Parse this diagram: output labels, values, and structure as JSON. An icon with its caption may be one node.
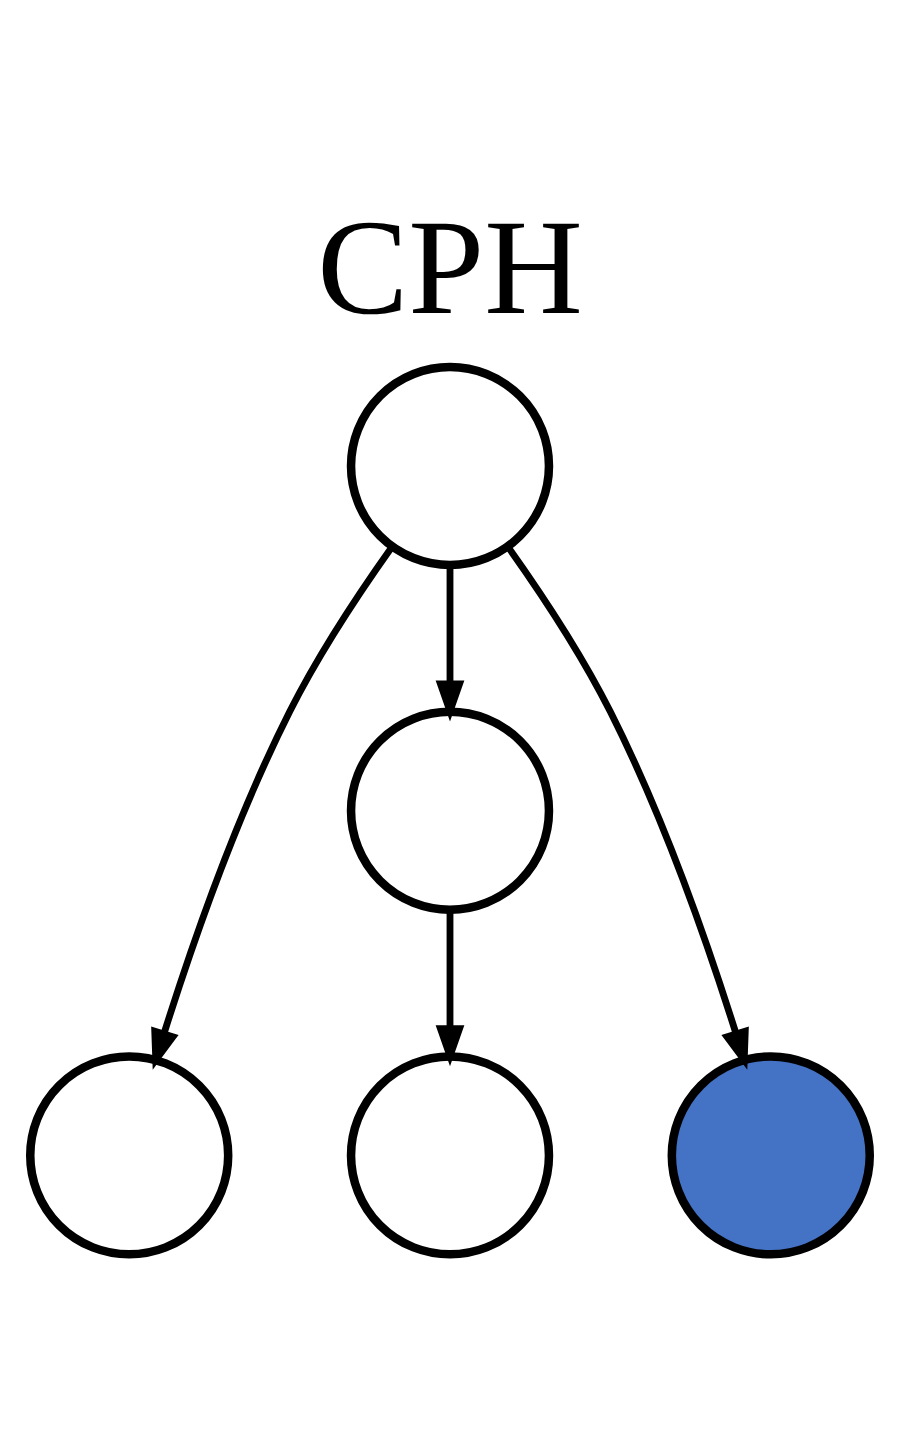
{
  "diagram": {
    "title": "CPH",
    "nodes": [
      {
        "text": [],
        "shape": "circle"
      },
      {
        "text": [],
        "shape": "circle"
      },
      {
        "text": [],
        "shape": "circle"
      },
      {
        "text": [],
        "shape": "circle"
      },
      {
        "text": [],
        "shape": "circle"
      }
    ],
    "edges": [
      {
        "from": 0,
        "to": 1,
        "arrow": "to"
      },
      {
        "from": 0,
        "to": 2,
        "arrow": "to"
      },
      {
        "from": 0,
        "to": 3,
        "arrow": "to"
      },
      {
        "from": 2,
        "to": 4,
        "arrow": "to"
      }
    ]
  }
}
